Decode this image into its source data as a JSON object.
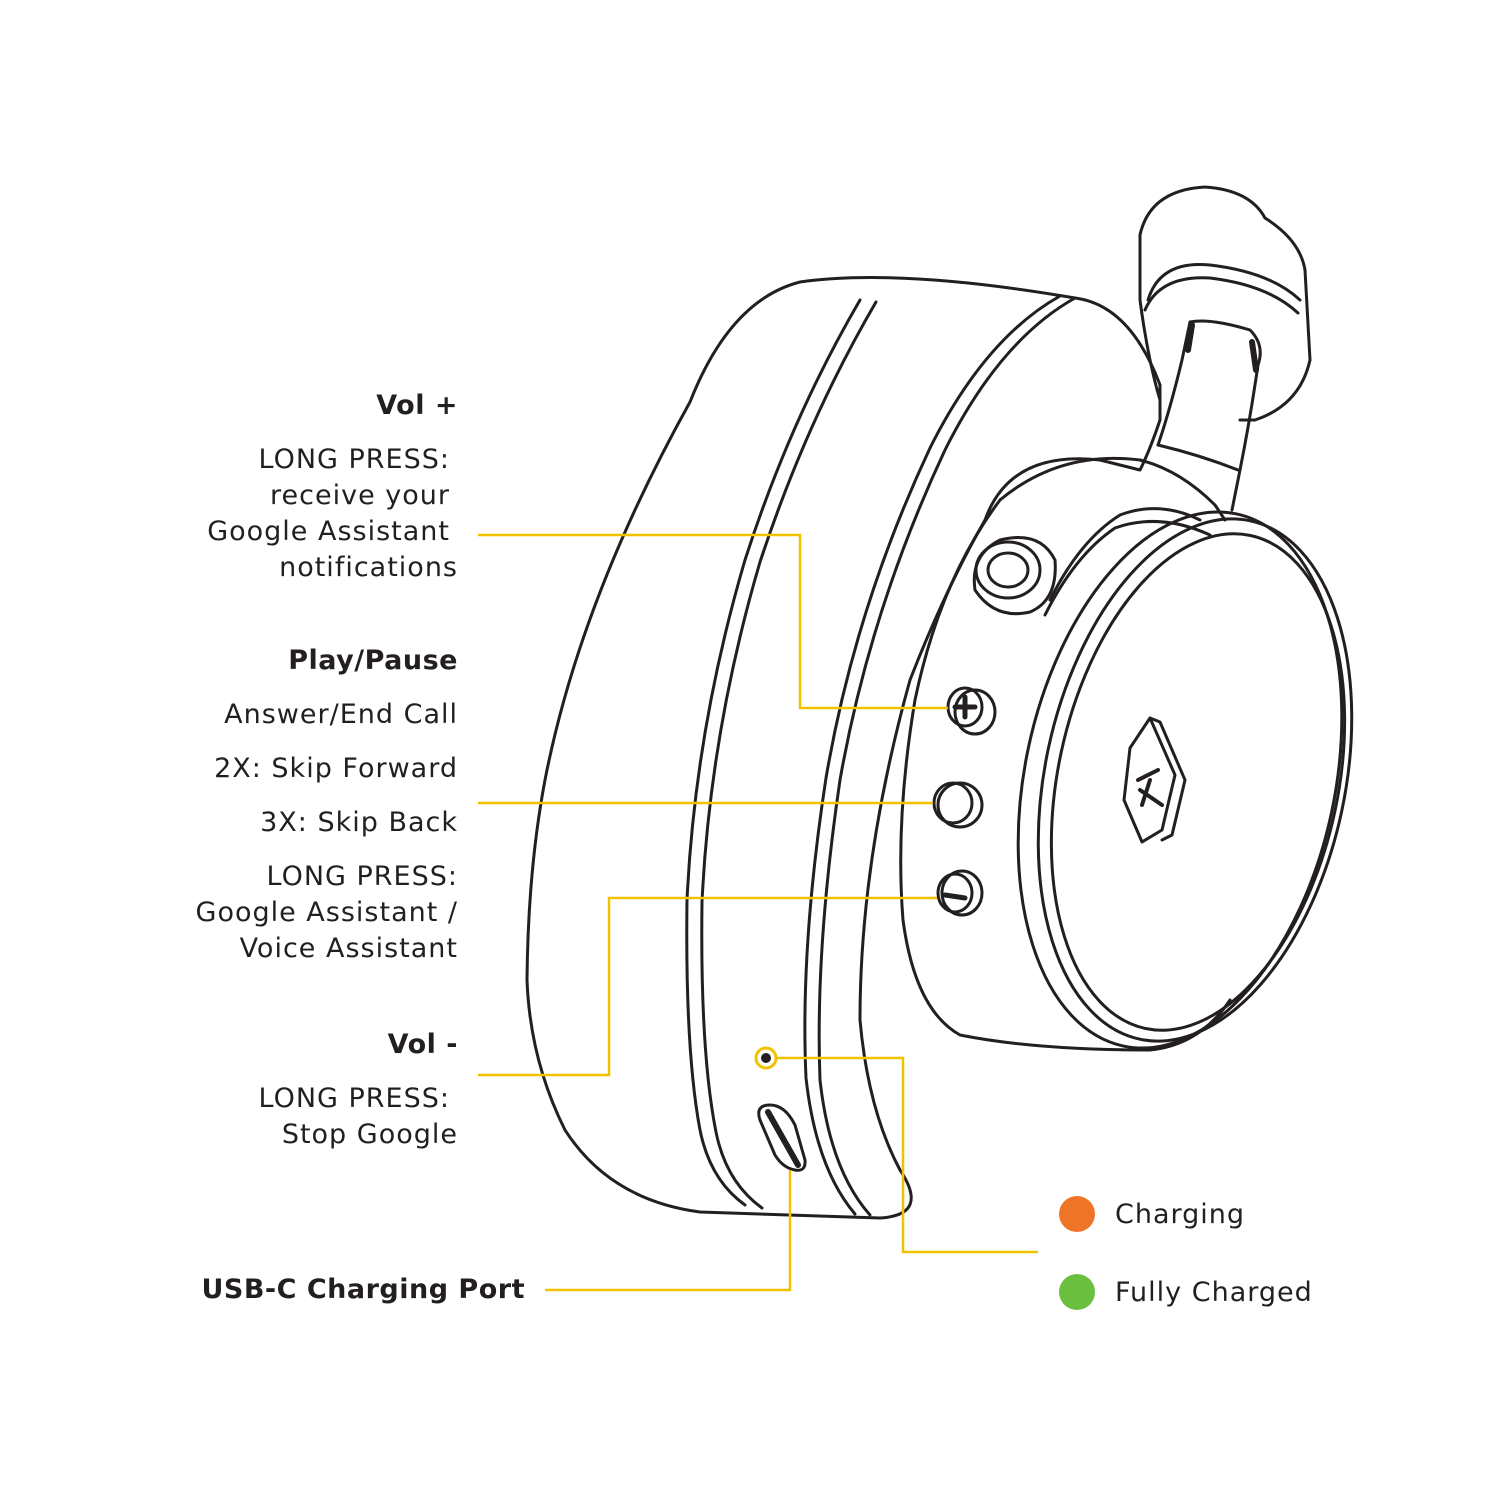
{
  "colors": {
    "callout": "#f2c200",
    "outline": "#231f20",
    "charging": "#f07427",
    "fully_charged": "#6abf3f"
  },
  "vol_plus": {
    "title": "Vol +",
    "lines": [
      "LONG PRESS:",
      "receive your",
      "Google Assistant",
      "notifications"
    ]
  },
  "play_pause": {
    "title": "Play/Pause",
    "lines": [
      "Answer/End Call",
      "2X: Skip Forward",
      "3X: Skip Back",
      "LONG PRESS:",
      "Google Assistant /",
      "Voice Assistant"
    ]
  },
  "vol_minus": {
    "title": "Vol -",
    "lines": [
      "LONG PRESS:",
      "Stop Google"
    ]
  },
  "usb": {
    "title": "USB-C Charging Port"
  },
  "legend": [
    {
      "label": "Charging",
      "color": "#f07427"
    },
    {
      "label": "Fully Charged",
      "color": "#6abf3f"
    }
  ]
}
